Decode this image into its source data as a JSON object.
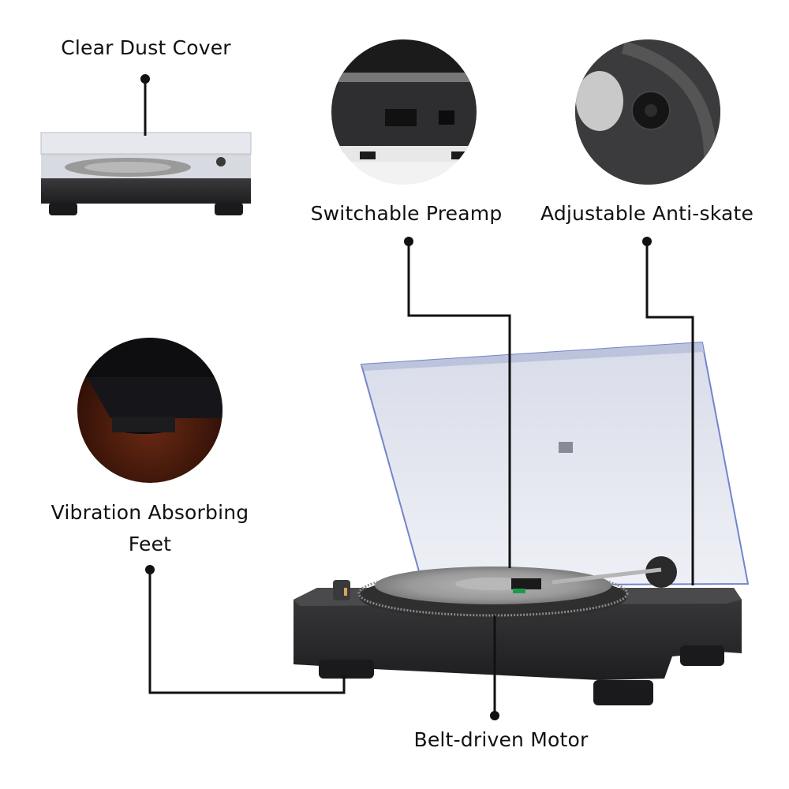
{
  "features": {
    "dust_cover": "Clear Dust Cover",
    "preamp": "Switchable Preamp",
    "anti_skate": "Adjustable Anti-skate",
    "feet_line1": "Vibration Absorbing",
    "feet_line2": "Feet",
    "motor": "Belt-driven Motor"
  },
  "colors": {
    "leader": "#111111",
    "body": "#2b2b2d",
    "platter": "#9a9a9a",
    "lid": "#c9d0e6"
  }
}
